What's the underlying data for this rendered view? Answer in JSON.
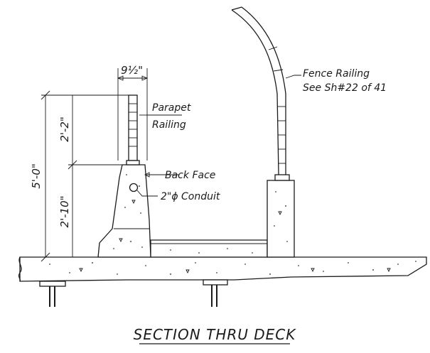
{
  "labels": {
    "parapet_width": "9½\"",
    "parapet_railing_line1": "Parapet",
    "parapet_railing_line2": "Railing",
    "fence_railing_line1": "Fence Railing",
    "fence_railing_line2": "See Sh#22 of 41",
    "back_face": "Back Face",
    "conduit": "2\"ϕ Conduit",
    "dim_total": "5'-0\"",
    "dim_upper": "2'-2\"",
    "dim_lower": "2'-10\"",
    "title": "SECTION THRU DECK"
  }
}
